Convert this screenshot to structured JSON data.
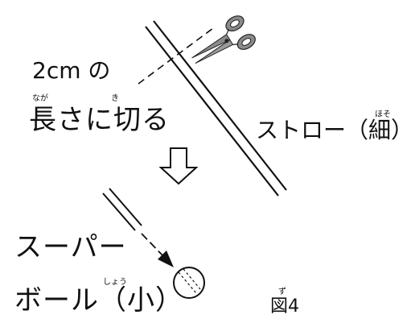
{
  "labels": {
    "cut_length_line1": "2cm の",
    "cut_length_line2": "長さに切る",
    "ruby_naga": "なが",
    "ruby_ki": "き",
    "straw": "ストロー（細）",
    "ruby_hoso": "ほそ",
    "super_ball_line1": "スーパー",
    "super_ball_line2": "ボール（小）",
    "ruby_shou": "しょう",
    "figure": "図4",
    "ruby_zu": "ず"
  },
  "icons": {
    "scissors": "scissors-icon",
    "arrow": "down-outline-arrow-icon"
  },
  "colors": {
    "ink": "#111111",
    "scissors_fill": "#8a8a8a",
    "background": "#ffffff"
  }
}
